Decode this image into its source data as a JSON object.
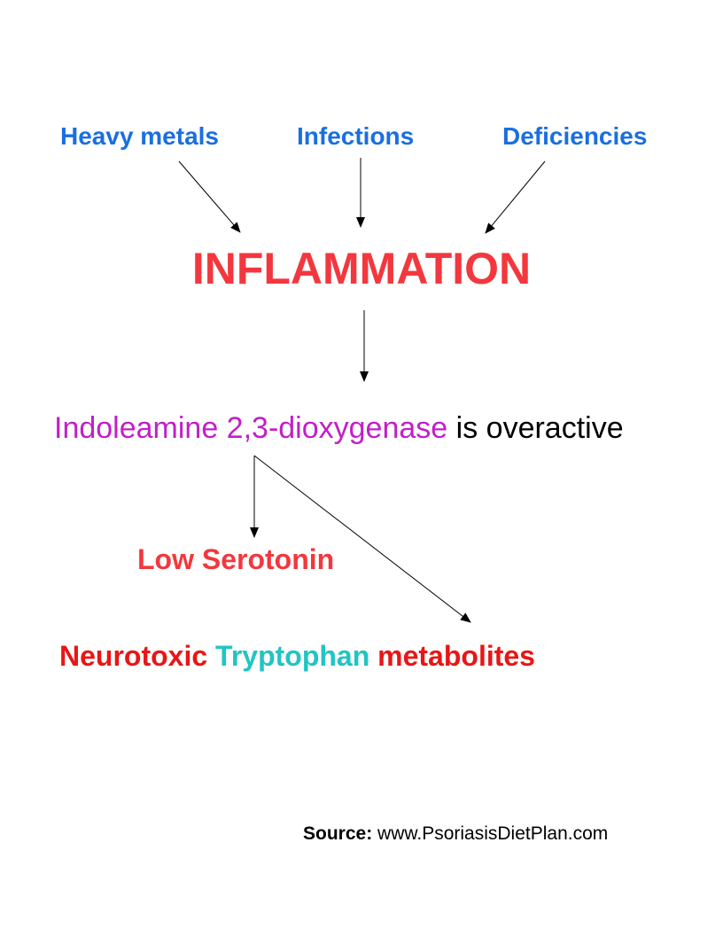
{
  "causes": [
    "Heavy metals",
    "Infections",
    "Deficiencies"
  ],
  "central": "INFLAMMATION",
  "enzyme": {
    "name": "Indoleamine 2,3-dioxygenase",
    "rest": "is overactive"
  },
  "outcomes": {
    "low_serotonin": "Low Serotonin",
    "metabolites": {
      "part1": "Neurotoxic",
      "part2": "Tryptophan",
      "part3": "metabolites"
    }
  },
  "source": {
    "label": "Source:",
    "url": "www.PsoriasisDietPlan.com"
  },
  "colors": {
    "cause_blue": "#1a6fe0",
    "inflammation_red": "#f2383e",
    "enzyme_magenta": "#c21fc7",
    "metabolite_red": "#e81616",
    "tryptophan_cyan": "#22c4c4"
  }
}
